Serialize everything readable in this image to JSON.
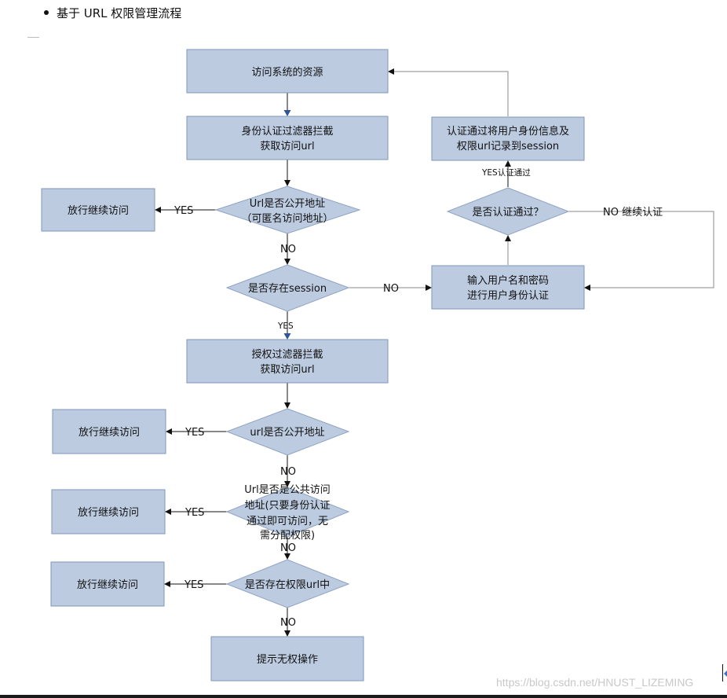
{
  "heading": "基于 URL 权限管理流程",
  "nodes": {
    "access_resource": [
      "访问系统的资源"
    ],
    "auth_filter": [
      "身份认证过滤器拦截",
      "获取访问url"
    ],
    "release_1": [
      "放行继续访问"
    ],
    "is_public_1": [
      "Url是否公开地址",
      "（可匿名访问地址）"
    ],
    "has_session": [
      "是否存在session"
    ],
    "login_input": [
      "输入用户名和密码",
      "进行用户身份认证"
    ],
    "auth_passed": [
      "是否认证通过？"
    ],
    "record_session": [
      "认证通过将用户身份信息及",
      "权限url记录到session"
    ],
    "perm_filter": [
      "授权过滤器拦截",
      "获取访问url"
    ],
    "release_2": [
      "放行继续访问"
    ],
    "is_public_2": [
      "url是否公开地址"
    ],
    "release_3": [
      "放行继续访问"
    ],
    "is_common": [
      "Url是否是公共访问",
      "地址(只要身份认证",
      "通过即可访问，无",
      "需分配权限)"
    ],
    "release_4": [
      "放行继续访问"
    ],
    "in_perm_url": [
      "是否存在权限url中"
    ],
    "no_permission": [
      "提示无权操作"
    ]
  },
  "edge_labels": {
    "yes_1": "YES",
    "no_1": "NO",
    "no_session": "NO",
    "yes_session": "YES",
    "yes_auth": "YES认证通过",
    "no_auth": "NO 继续认证",
    "yes_2": "YES",
    "no_2": "NO",
    "yes_3": "YES",
    "no_3": "NO",
    "yes_4": "YES",
    "no_4": "NO"
  },
  "watermark": "https://blog.csdn.net/HNUST_LIZEMING",
  "colors": {
    "node_fill": "#bccbe0",
    "node_stroke": "#7f97b8",
    "arrow_blue": "#2f5597"
  }
}
